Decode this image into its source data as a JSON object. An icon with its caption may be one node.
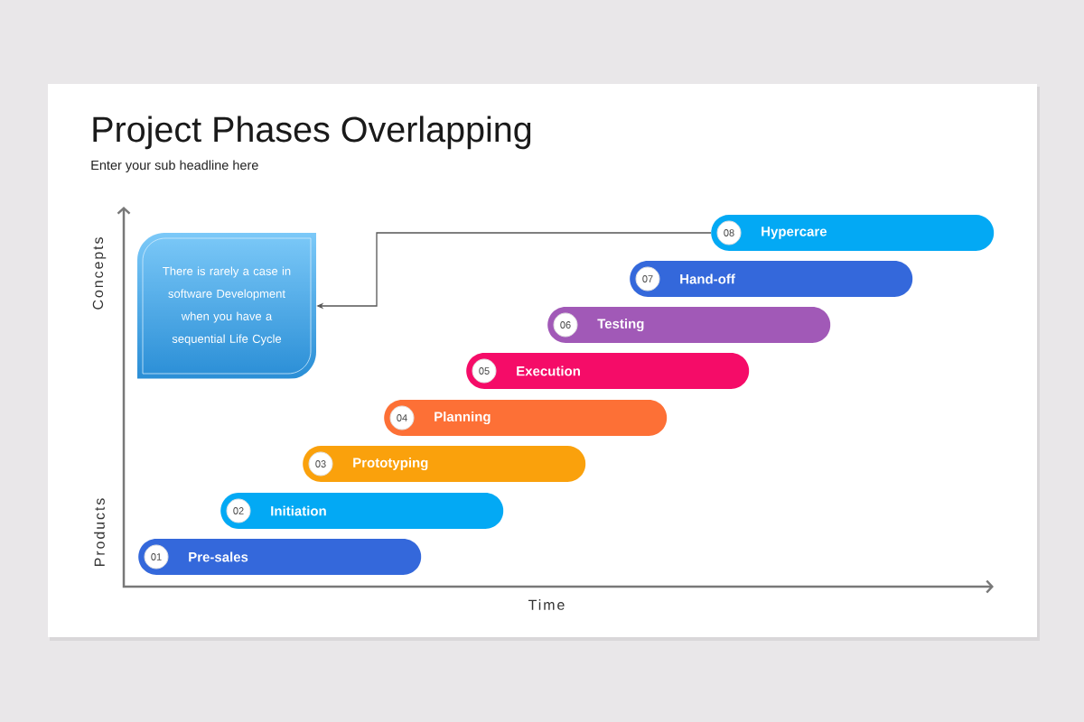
{
  "diagram": {
    "title": "Project Phases Overlapping",
    "nodes": [
      {
        "text": [
          "08",
          "Hypercare"
        ]
      },
      {
        "text": [
          "There is rarely a case in software Development when you have a sequential Life Cycle"
        ]
      },
      {
        "text": [
          "07",
          "Hand-off"
        ]
      },
      {
        "text": [
          "06",
          "Testing"
        ]
      },
      {
        "text": [
          "05",
          "Execution"
        ]
      },
      {
        "text": [
          "04",
          "Planning"
        ]
      },
      {
        "text": [
          "03",
          "Prototyping"
        ]
      },
      {
        "text": [
          "02",
          "Initiation"
        ]
      },
      {
        "text": [
          "01",
          "Pre-sales"
        ]
      }
    ],
    "edges": [
      {
        "from": 0,
        "to": 1,
        "arrow": "to"
      }
    ],
    "labels": [
      "Enter your sub headline here",
      "Concepts",
      "Products",
      "Time"
    ]
  }
}
